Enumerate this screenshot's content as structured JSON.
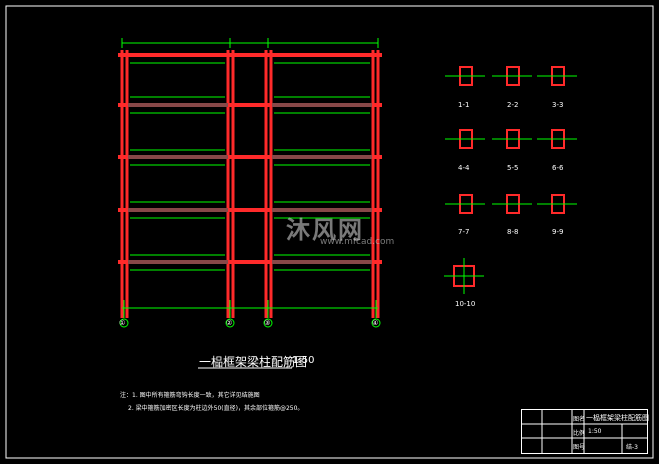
{
  "drawing": {
    "title": "一榀框架梁柱配筋图",
    "scale": "1:50",
    "notes": [
      "注：1. 图中所有箍筋弯钩长度一致，其它详见结施图",
      "2. 梁中箍筋加密区长度为柱边外50(直径)，其余部位箍筋@250。"
    ],
    "axis_labels": [
      "①",
      "②",
      "③",
      "④"
    ],
    "section_labels": [
      "1-1",
      "2-2",
      "3-3",
      "4-4",
      "5-5",
      "6-6",
      "7-7",
      "8-8",
      "9-9",
      "10-10"
    ]
  },
  "title_block": {
    "drawing_name": "一榀框架梁柱配筋图",
    "scale_value": "1:50",
    "sheet_no": "结-3",
    "labels": [
      "图名",
      "比例",
      "图号"
    ]
  },
  "watermark": {
    "text": "沐风网",
    "url": "www.mfcad.com"
  },
  "colors": {
    "background": "#000000",
    "beam": "#ff2a2a",
    "dimension": "#00ff00",
    "text": "#ffffff",
    "annotation": "#ffff00"
  }
}
